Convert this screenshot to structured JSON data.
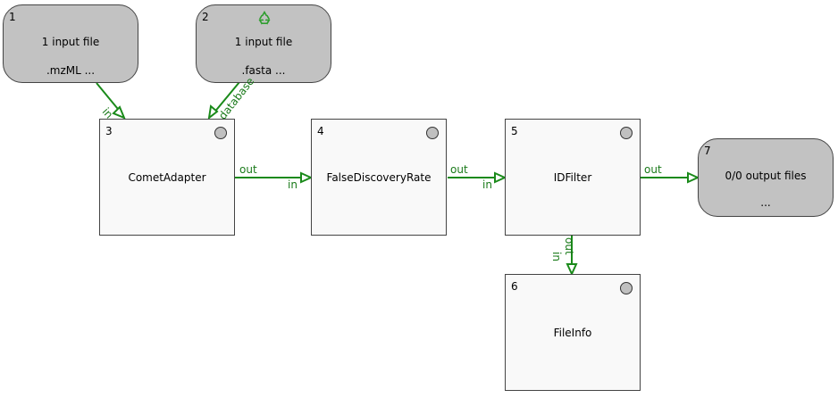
{
  "nodes": {
    "n1": {
      "number": "1",
      "line1": "1 input file",
      "line2": ".mzML ..."
    },
    "n2": {
      "number": "2",
      "line1": "1 input file",
      "line2": ".fasta ...",
      "icon": "recycle-icon"
    },
    "n3": {
      "number": "3",
      "name": "CometAdapter"
    },
    "n4": {
      "number": "4",
      "name": "FalseDiscoveryRate"
    },
    "n5": {
      "number": "5",
      "name": "IDFilter"
    },
    "n6": {
      "number": "6",
      "name": "FileInfo"
    },
    "n7": {
      "number": "7",
      "line1": "0/0 output files",
      "line2": "..."
    }
  },
  "edges": {
    "e1_3": {
      "target_label": "in"
    },
    "e2_3": {
      "target_label": "database"
    },
    "e3_4": {
      "source_label": "out",
      "target_label": "in"
    },
    "e4_5": {
      "source_label": "out",
      "target_label": "in"
    },
    "e5_7": {
      "source_label": "out"
    },
    "e5_6": {
      "source_label": "out",
      "target_label": "in"
    }
  },
  "colors": {
    "edge": "#1a8a1a",
    "io_node": "#c2c2c2",
    "tool_node": "#f9f9f9",
    "status_dot": "#c0c0c0",
    "recycle_icon": "#2e9e2e"
  }
}
